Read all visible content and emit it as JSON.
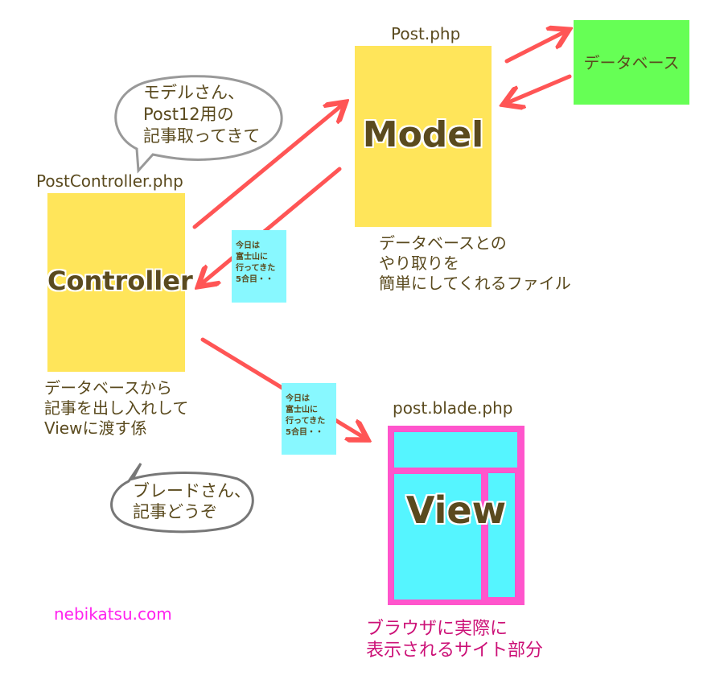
{
  "model": {
    "file": "Post.php",
    "title": "Model",
    "description": "データベースとの\nやり取りを\n簡単にしてくれるファイル"
  },
  "database": {
    "label": "データベース"
  },
  "controller": {
    "file": "PostController.php",
    "title": "Controller",
    "description": "データベースから\n記事を出し入れして\nViewに渡す係"
  },
  "view": {
    "file": "post.blade.php",
    "title": "View",
    "description": "ブラウザに実際に\n表示されるサイト部分"
  },
  "bubbles": {
    "to_model": "モデルさん、\nPost12用の\n記事取ってきて",
    "to_view": "ブレードさん、\n記事どうぞ"
  },
  "notes": {
    "data1": "今日は\n富士山に\n行ってきた\n5合目・・",
    "data2": "今日は\n富士山に\n行ってきた\n5合目・・"
  },
  "credit": "nebikatsu.com",
  "colors": {
    "arrow": "#ff5555",
    "model_box": "#ffe55a",
    "db_box": "#66ff55",
    "view_frame": "#ff55cc",
    "view_panel": "#55f5ff",
    "credit": "#ff22ee",
    "view_desc": "#cc1177"
  }
}
